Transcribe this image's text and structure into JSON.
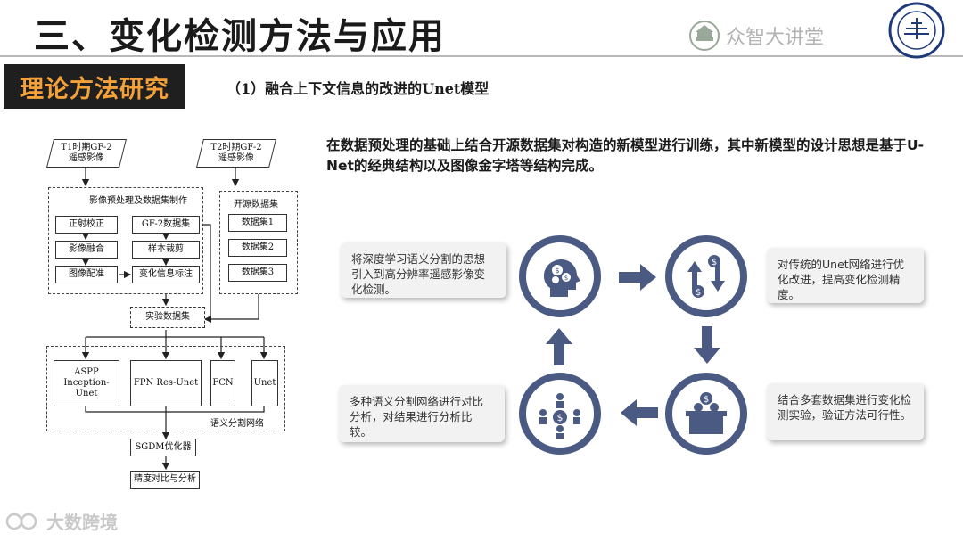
{
  "header": {
    "title": "三、变化检测方法与应用",
    "brand": "众智大讲堂"
  },
  "section_tag": "理论方法研究",
  "subtitle": "（1）融合上下文信息的改进的Unet模型",
  "intro": "在数据预处理的基础上结合开源数据集对构造的新模型进行训练，其中新模型的设计思想是基于U-Net的经典结构以及图像金字塔等结构完成。",
  "flowchart": {
    "inputs": [
      "T1时期GF-2遥感影像",
      "T2时期GF-2遥感影像"
    ],
    "preprocess_title": "影像预处理及数据集制作",
    "preprocess_left": [
      "正射校正",
      "影像融合",
      "图像配准"
    ],
    "preprocess_right": [
      "GF-2数据集",
      "样本裁剪",
      "变化信息标注"
    ],
    "open_title": "开源数据集",
    "open_sets": [
      "数据集1",
      "数据集2",
      "数据集3"
    ],
    "experiment": "实验数据集",
    "networks": [
      "ASPP Inception-Unet",
      "FPN Res-Unet",
      "FCN",
      "Unet"
    ],
    "network_group": "语义分割网络",
    "optimizer": "SGDM优化器",
    "evaluation": "精度对比与分析"
  },
  "cycle": {
    "top_left": "将深度学习语义分割的思想引入到高分辨率遥感影像变化检测。",
    "top_right": "对传统的Unet网络进行优化改进，提高变化检测精度。",
    "bottom_right": "结合多套数据集进行变化检测实验，验证方法可行性。",
    "bottom_left": "多种语义分割网络进行对比分析，对结果进行分析比较。"
  },
  "watermark": "大数跨境",
  "colors": {
    "accent": "#f4a13a",
    "circle": "#4a5a82",
    "arrow": "#4a5a82"
  }
}
